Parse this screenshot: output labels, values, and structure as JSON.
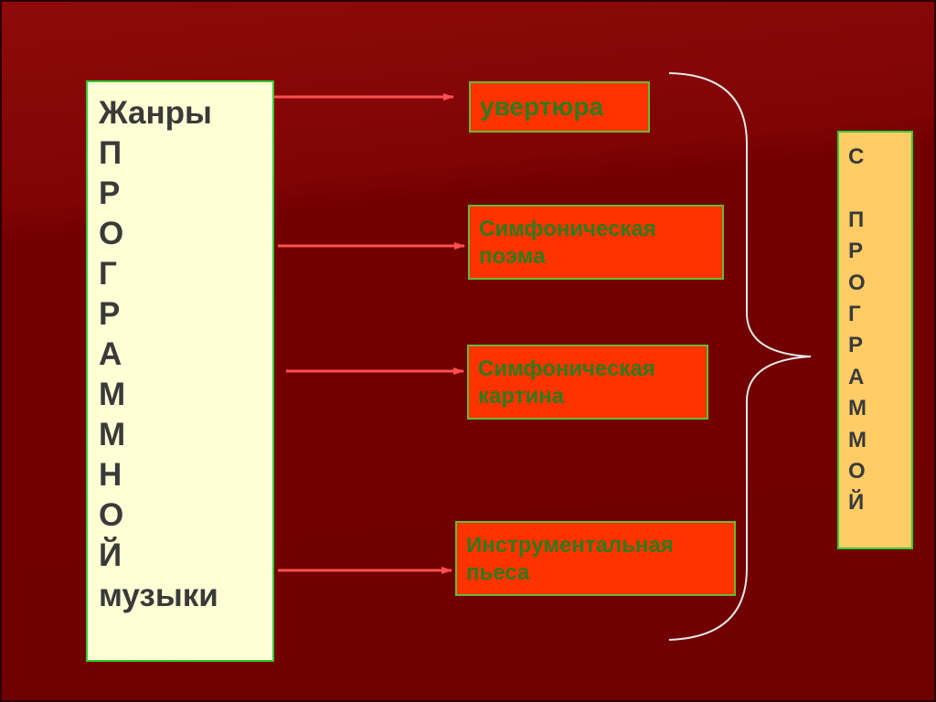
{
  "left_label": {
    "lines": [
      "Жанры",
      "П",
      "Р",
      "О",
      "Г",
      "Р",
      "А",
      "М",
      "М",
      "Н",
      "О",
      "Й",
      "музыки"
    ]
  },
  "genres": [
    {
      "label_lines": [
        "увертюра"
      ]
    },
    {
      "label_lines": [
        "Симфоническая",
        "поэма"
      ]
    },
    {
      "label_lines": [
        "Симфоническая",
        "картина"
      ]
    },
    {
      "label_lines": [
        "Инструментальная",
        "пьеса"
      ]
    }
  ],
  "right_label": {
    "lines": [
      "С",
      "",
      "П",
      "Р",
      "О",
      "Г",
      "Р",
      "А",
      "М",
      "М",
      "О",
      "Й"
    ]
  },
  "colors": {
    "background": "#700000",
    "left_box_fill": "#ffffd6",
    "genre_box_fill": "#ff3300",
    "genre_text": "#2f7a1c",
    "right_box_fill": "#ffcc66",
    "box_border": "#33cc33",
    "arrow": "#ff5050",
    "brace": "#e8e8e8"
  }
}
